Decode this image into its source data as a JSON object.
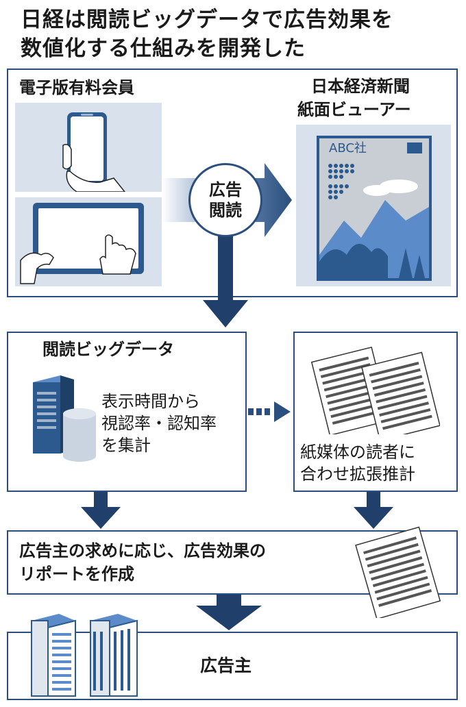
{
  "title": {
    "line1": "日経は閲読ビッグデータで広告効果を",
    "line2": "数値化する仕組みを開発した"
  },
  "top_section": {
    "left_label": "電子版有料会員",
    "right_label_line1": "日本経済新聞",
    "right_label_line2": "紙面ビューアー",
    "circle_line1": "広告",
    "circle_line2": "閲読",
    "newspaper_logo": "ABC社"
  },
  "middle_section": {
    "left_heading": "閲読ビッグデータ",
    "left_text_line1": "表示時間から",
    "left_text_line2": "視認率・認知率",
    "left_text_line3": "を集計",
    "right_text_line1": "紙媒体の読者に",
    "right_text_line2": "合わせ拡張推計"
  },
  "report_section": {
    "line1": "広告主の求めに応じ、広告効果の",
    "line2": "リポートを作成"
  },
  "bottom_section": {
    "label": "広告主"
  },
  "colors": {
    "navy": "#2a4f7e",
    "dark_arrow": "#213f6b",
    "panel_bg": "#d8e1ec",
    "device_frame": "#2d5a8e"
  }
}
